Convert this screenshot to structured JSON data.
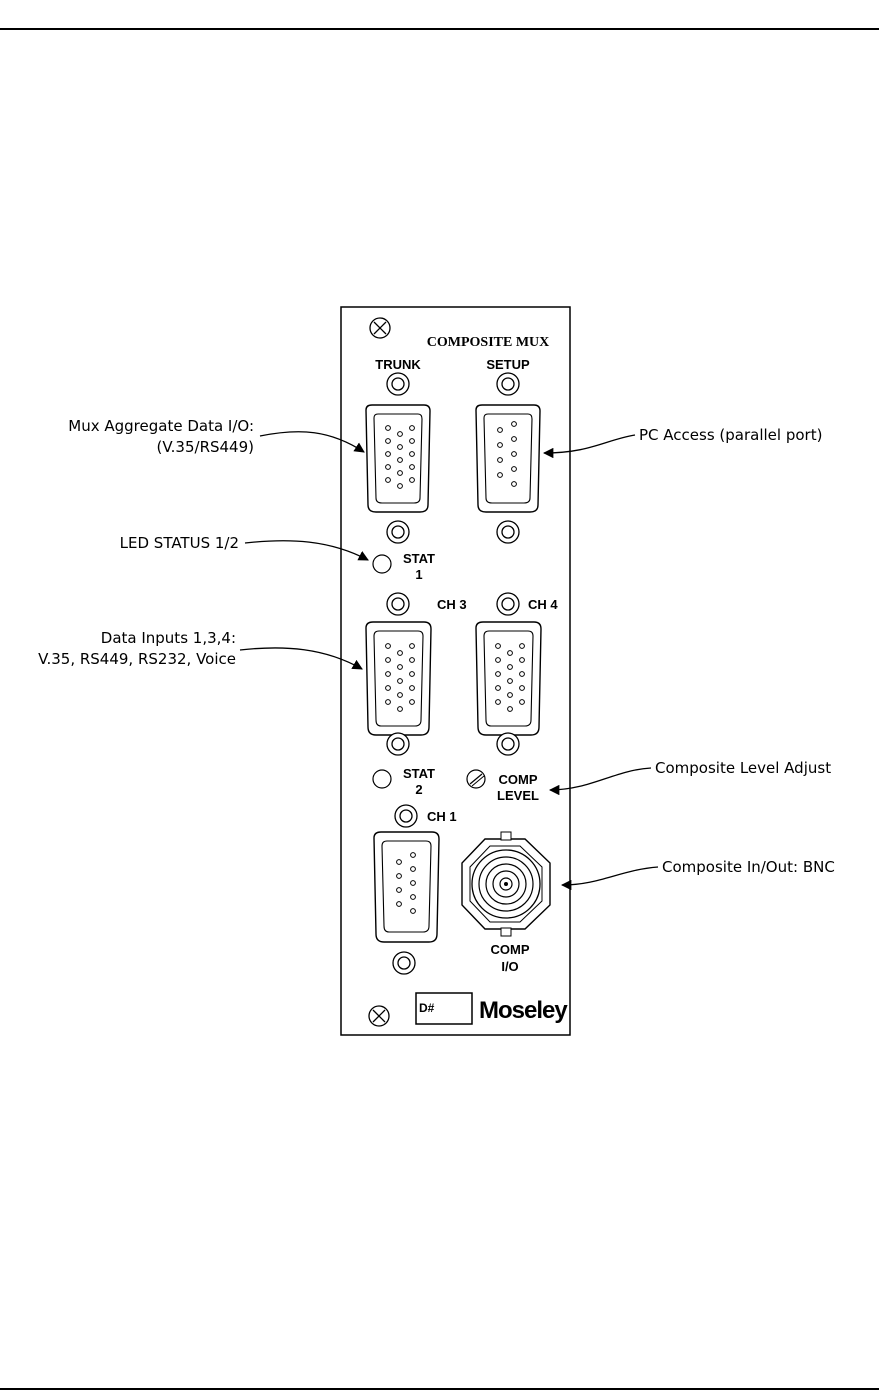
{
  "panel": {
    "title": "COMPOSITE MUX",
    "connectors": {
      "trunk": "TRUNK",
      "setup": "SETUP",
      "ch3": "CH 3",
      "ch4": "CH 4",
      "ch1": "CH 1"
    },
    "status1": [
      "STAT",
      "1"
    ],
    "status2": [
      "STAT",
      "2"
    ],
    "comp_level": [
      "COMP",
      "LEVEL"
    ],
    "comp_io": [
      "COMP",
      "I/O"
    ],
    "id_label": "D#",
    "brand": "Moseley"
  },
  "callouts": {
    "mux_aggregate": [
      "Mux Aggregate Data I/O:",
      "(V.35/RS449)"
    ],
    "led_status": [
      "LED STATUS 1/2"
    ],
    "data_inputs": [
      "Data Inputs 1,3,4:",
      "V.35, RS449, RS232, Voice"
    ],
    "pc_access": [
      "PC Access (parallel port)"
    ],
    "composite_level": [
      "Composite Level Adjust"
    ],
    "composite_io": [
      "Composite In/Out: BNC"
    ]
  }
}
